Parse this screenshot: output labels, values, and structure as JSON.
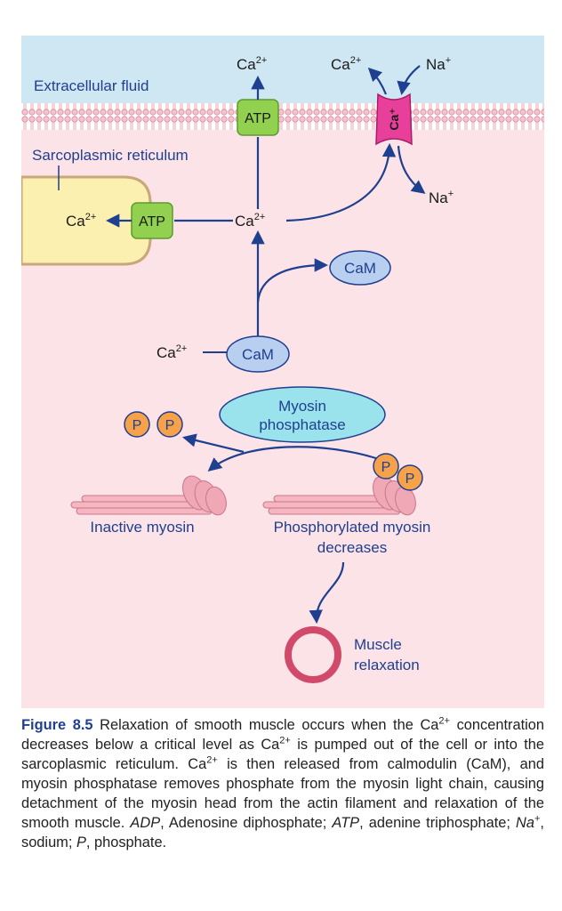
{
  "labels": {
    "extracellular_fluid": "Extracellular fluid",
    "sarcoplasmic_reticulum": "Sarcoplasmic reticulum",
    "ca": "Ca",
    "ca_charge": "2+",
    "na": "Na",
    "na_charge": "+",
    "atp": "ATP",
    "exchanger_label": "Ca⁺",
    "cam": "CaM",
    "phosphatase_line1": "Myosin",
    "phosphatase_line2": "phosphatase",
    "phosphate": "P",
    "inactive_myosin": "Inactive myosin",
    "phosphorylated_line1": "Phosphorylated myosin",
    "phosphorylated_line2": "decreases",
    "relaxation_line1": "Muscle",
    "relaxation_line2": "relaxation"
  },
  "caption": {
    "figure_label": "Figure 8.5",
    "t1": " Relaxation of smooth muscle occurs when the Ca",
    "sup": "2+",
    "t2": " concentration decreases below a critical level as Ca",
    "t3": " is pumped out of the cell or into the sarcoplasmic reticulum. Ca",
    "t4": " is then released from calmodulin (CaM), and myosin phosphatase removes phosphate from the myosin light chain, causing detachment of the myosin head from the actin filament and relaxation of the smooth muscle. ",
    "adp": "ADP",
    "t5": ", Adenosine diphosphate; ",
    "atp": "ATP",
    "t6": ", adenine triphosphate; ",
    "na": "Na",
    "na_sup": "+",
    "t7": ", sodium; ",
    "p": "P",
    "t8": ", phosphate."
  },
  "colors": {
    "extracellular": "#cfe6f3",
    "cytoplasm": "#fbe3e7",
    "membrane": "#f2b3c0",
    "atp_fill": "#92d050",
    "exchanger_fill": "#e8409a",
    "sr_fill": "#fbf0b0",
    "cam_fill": "#b8cff0",
    "phosphatase_fill": "#9be3ec",
    "phosphate_fill": "#f6a24a",
    "arrow": "#1f3f8f",
    "relaxation_ring": "#d24a6b",
    "caption_label": "#1f3f8f"
  }
}
